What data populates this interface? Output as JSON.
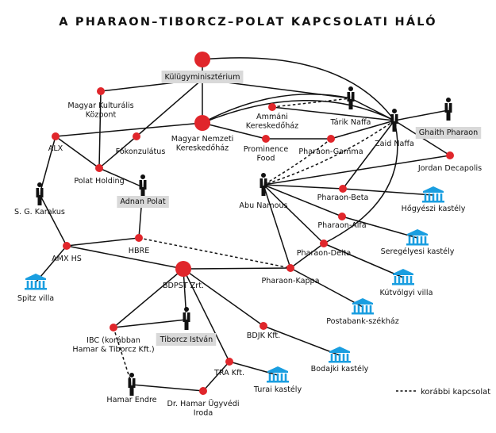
{
  "title": "A PHARAON–TIBORCZ–POLAT KAPCSOLATI HÁLÓ",
  "legend": {
    "label": "korábbi kapcsolat"
  },
  "colors": {
    "node": "#e0262b",
    "building": "#1a9ee0",
    "label_box": "#d9d9d9",
    "line": "#111111"
  },
  "nodes": {
    "kulugy": {
      "label": [
        "Külügyminisztérium"
      ],
      "kind": "company",
      "boxed": true
    },
    "kulturalis": {
      "label": [
        "Magyar Kulturális",
        "Központ"
      ],
      "kind": "company"
    },
    "nemzeti": {
      "label": [
        "Magyar Nemzeti",
        "Kereskedőház"
      ],
      "kind": "company"
    },
    "ammani": {
      "label": [
        "Ammáni",
        "Kereskedőház"
      ],
      "kind": "company"
    },
    "tarik": {
      "label": [
        "Tárik Naffa"
      ],
      "kind": "person"
    },
    "ghaith": {
      "label": [
        "Ghaith Pharaon"
      ],
      "kind": "person",
      "boxed": true
    },
    "zaid": {
      "label": [
        "Zaid Naffa"
      ],
      "kind": "person"
    },
    "alx": {
      "label": [
        "ALX"
      ],
      "kind": "company"
    },
    "fokonzul": {
      "label": [
        "Főkonzulátus"
      ],
      "kind": "company"
    },
    "prominence": {
      "label": [
        "Prominence",
        "Food"
      ],
      "kind": "company"
    },
    "pgamma": {
      "label": [
        "Pharaon-Gamma"
      ],
      "kind": "company"
    },
    "jordan": {
      "label": [
        "Jordan Decapolis"
      ],
      "kind": "company"
    },
    "polatholding": {
      "label": [
        "Polat Holding"
      ],
      "kind": "company"
    },
    "adnan": {
      "label": [
        "Adnan Polat"
      ],
      "kind": "person",
      "boxed": true
    },
    "karakus": {
      "label": [
        "S. G. Karakus"
      ],
      "kind": "person"
    },
    "abu": {
      "label": [
        "Abu Namous"
      ],
      "kind": "person"
    },
    "pbeta": {
      "label": [
        "Pharaon-Beta"
      ],
      "kind": "company"
    },
    "hogyeszi": {
      "label": [
        "Hőgyészi kastély"
      ],
      "kind": "building"
    },
    "palfa": {
      "label": [
        "Pharaon-Alfa"
      ],
      "kind": "company"
    },
    "seregelyesi": {
      "label": [
        "Seregélyesi kastély"
      ],
      "kind": "building"
    },
    "amx": {
      "label": [
        "AMX HS"
      ],
      "kind": "company"
    },
    "hbre": {
      "label": [
        "HBRE"
      ],
      "kind": "company"
    },
    "pdelta": {
      "label": [
        "Pharaon-Delta"
      ],
      "kind": "company"
    },
    "spitz": {
      "label": [
        "Spitz villa"
      ],
      "kind": "building"
    },
    "bdpst": {
      "label": [
        "BDPST Zrt."
      ],
      "kind": "company"
    },
    "pkappa": {
      "label": [
        "Pharaon-Kappa"
      ],
      "kind": "company"
    },
    "kutvolgyi": {
      "label": [
        "Kútvölgyi villa"
      ],
      "kind": "building"
    },
    "postabank": {
      "label": [
        "Postabank-székház"
      ],
      "kind": "building"
    },
    "ibc": {
      "label": [
        "IBC (korábban",
        "Hamar & Tiborcz Kft.)"
      ],
      "kind": "company"
    },
    "tiborcz": {
      "label": [
        "Tiborcz István"
      ],
      "kind": "person",
      "boxed": true
    },
    "bdjk": {
      "label": [
        "BDJK Kft."
      ],
      "kind": "company"
    },
    "bodajki": {
      "label": [
        "Bodajki kastély"
      ],
      "kind": "building"
    },
    "tra": {
      "label": [
        "TRA Kft."
      ],
      "kind": "company"
    },
    "turai": {
      "label": [
        "Turai kastély"
      ],
      "kind": "building"
    },
    "hamar": {
      "label": [
        "Hamar Endre"
      ],
      "kind": "person"
    },
    "drhamar": {
      "label": [
        "Dr. Hamar Ügyvédi",
        "Iroda"
      ],
      "kind": "company"
    },
    "topnode": {
      "label": [],
      "kind": "company"
    }
  },
  "edges": [
    [
      "topnode",
      "kulugy",
      "solid"
    ],
    [
      "topnode",
      "zaid",
      "solid"
    ],
    [
      "kulugy",
      "kulturalis",
      "solid"
    ],
    [
      "kulugy",
      "fokonzul",
      "solid"
    ],
    [
      "kulugy",
      "nemzeti",
      "solid"
    ],
    [
      "kulugy",
      "tarik",
      "solid"
    ],
    [
      "nemzeti",
      "tarik",
      "solid"
    ],
    [
      "nemzeti",
      "zaid",
      "solid"
    ],
    [
      "nemzeti",
      "prominence",
      "solid"
    ],
    [
      "nemzeti",
      "alx",
      "solid"
    ],
    [
      "ammani",
      "tarik",
      "dashed"
    ],
    [
      "ammani",
      "zaid",
      "solid"
    ],
    [
      "kulturalis",
      "polatholding",
      "solid"
    ],
    [
      "alx",
      "polatholding",
      "solid"
    ],
    [
      "alx",
      "karakus",
      "solid"
    ],
    [
      "polatholding",
      "adnan",
      "solid"
    ],
    [
      "fokonzul",
      "polatholding",
      "solid"
    ],
    [
      "karakus",
      "amx",
      "solid"
    ],
    [
      "amx",
      "hbre",
      "solid"
    ],
    [
      "amx",
      "bdpst",
      "solid"
    ],
    [
      "amx",
      "spitz",
      "solid"
    ],
    [
      "hbre",
      "adnan",
      "solid"
    ],
    [
      "hbre",
      "pkappa",
      "dashed"
    ],
    [
      "prominence",
      "pgamma",
      "solid"
    ],
    [
      "pgamma",
      "zaid",
      "solid"
    ],
    [
      "tarik",
      "zaid",
      "solid"
    ],
    [
      "zaid",
      "ghaith",
      "solid"
    ],
    [
      "zaid",
      "jordan",
      "solid"
    ],
    [
      "zaid",
      "pbeta",
      "solid"
    ],
    [
      "zaid",
      "pdelta",
      "solid"
    ],
    [
      "zaid",
      "abu",
      "dashed"
    ],
    [
      "pgamma",
      "abu",
      "dashed"
    ],
    [
      "abu",
      "jordan",
      "solid"
    ],
    [
      "abu",
      "pbeta",
      "solid"
    ],
    [
      "abu",
      "palfa",
      "solid"
    ],
    [
      "abu",
      "pdelta",
      "solid"
    ],
    [
      "abu",
      "pkappa",
      "solid"
    ],
    [
      "pbeta",
      "hogyeszi",
      "solid"
    ],
    [
      "palfa",
      "seregelyesi",
      "solid"
    ],
    [
      "pdelta",
      "pkappa",
      "solid"
    ],
    [
      "pdelta",
      "kutvolgyi",
      "solid"
    ],
    [
      "bdpst",
      "pkappa",
      "solid"
    ],
    [
      "bdpst",
      "tiborcz",
      "solid"
    ],
    [
      "bdpst",
      "bdjk",
      "solid"
    ],
    [
      "bdpst",
      "tra",
      "solid"
    ],
    [
      "bdpst",
      "ibc",
      "solid"
    ],
    [
      "pkappa",
      "postabank",
      "solid"
    ],
    [
      "bdjk",
      "bodajki",
      "solid"
    ],
    [
      "tiborcz",
      "ibc",
      "solid"
    ],
    [
      "ibc",
      "hamar",
      "dashed"
    ],
    [
      "tra",
      "turai",
      "solid"
    ],
    [
      "tra",
      "drhamar",
      "solid"
    ],
    [
      "drhamar",
      "hamar",
      "solid"
    ]
  ]
}
